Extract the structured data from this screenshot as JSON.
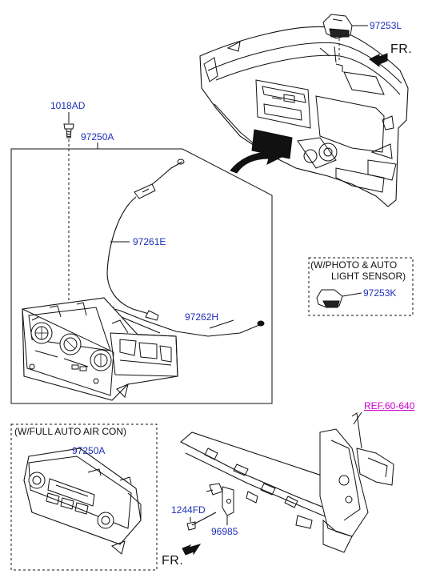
{
  "labels": {
    "part_97253L": "97253L",
    "fr_top": "FR.",
    "part_1018AD": "1018AD",
    "part_97250A": "97250A",
    "part_97261E": "97261E",
    "note_photo_line1": "(W/PHOTO & AUTO",
    "note_photo_line2": "LIGHT SENSOR)",
    "part_97253K": "97253K",
    "part_97262H": "97262H",
    "ref_60_640": "REF.60-640",
    "note_full_auto": "(W/FULL AUTO AIR CON)",
    "part_97250A_2": "97250A",
    "part_1244FD": "1244FD",
    "part_96985": "96985",
    "fr_bottom": "FR."
  },
  "colors": {
    "part_number": "#1d2fb8",
    "reference": "#cc00cc",
    "line": "#111111"
  }
}
